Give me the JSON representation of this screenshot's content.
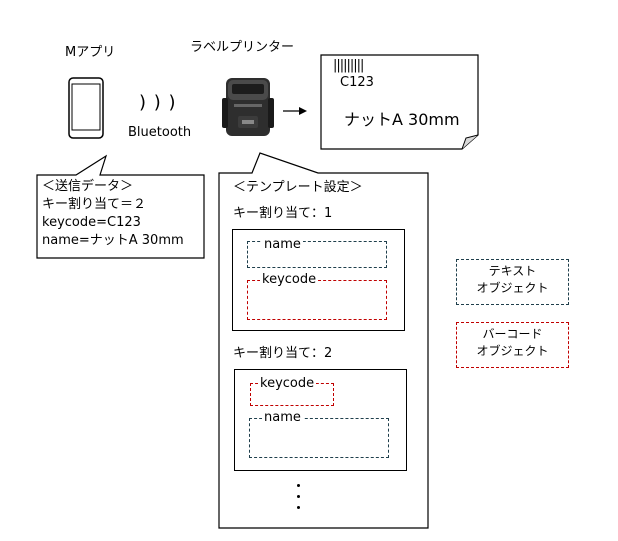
{
  "app": {
    "label": "Mアプリ"
  },
  "connection": {
    "waves": ")  )  )",
    "label": "Bluetooth"
  },
  "printer": {
    "label": "ラベルプリンター"
  },
  "label_output": {
    "barcode_glyph": "|||||||||",
    "code": "C123",
    "text": "ナットA 30mm"
  },
  "send_data": {
    "title": "＜送信データ＞",
    "line1": "キー割り当て＝２",
    "line2": "keycode=C123",
    "line3": "name=ナットA 30mm"
  },
  "template": {
    "title": "＜テンプレート設定＞",
    "key1": {
      "label": "キー割り当て：1",
      "field_a": "name",
      "field_b": "keycode"
    },
    "key2": {
      "label": "キー割り当て：2",
      "field_a": "keycode",
      "field_b": "name"
    }
  },
  "legend": {
    "text_object": {
      "line1": "テキスト",
      "line2": "オブジェクト",
      "color": "#1f3f4c"
    },
    "barcode_object": {
      "line1": "バーコード",
      "line2": "オブジェクト",
      "color": "#c00000"
    }
  }
}
